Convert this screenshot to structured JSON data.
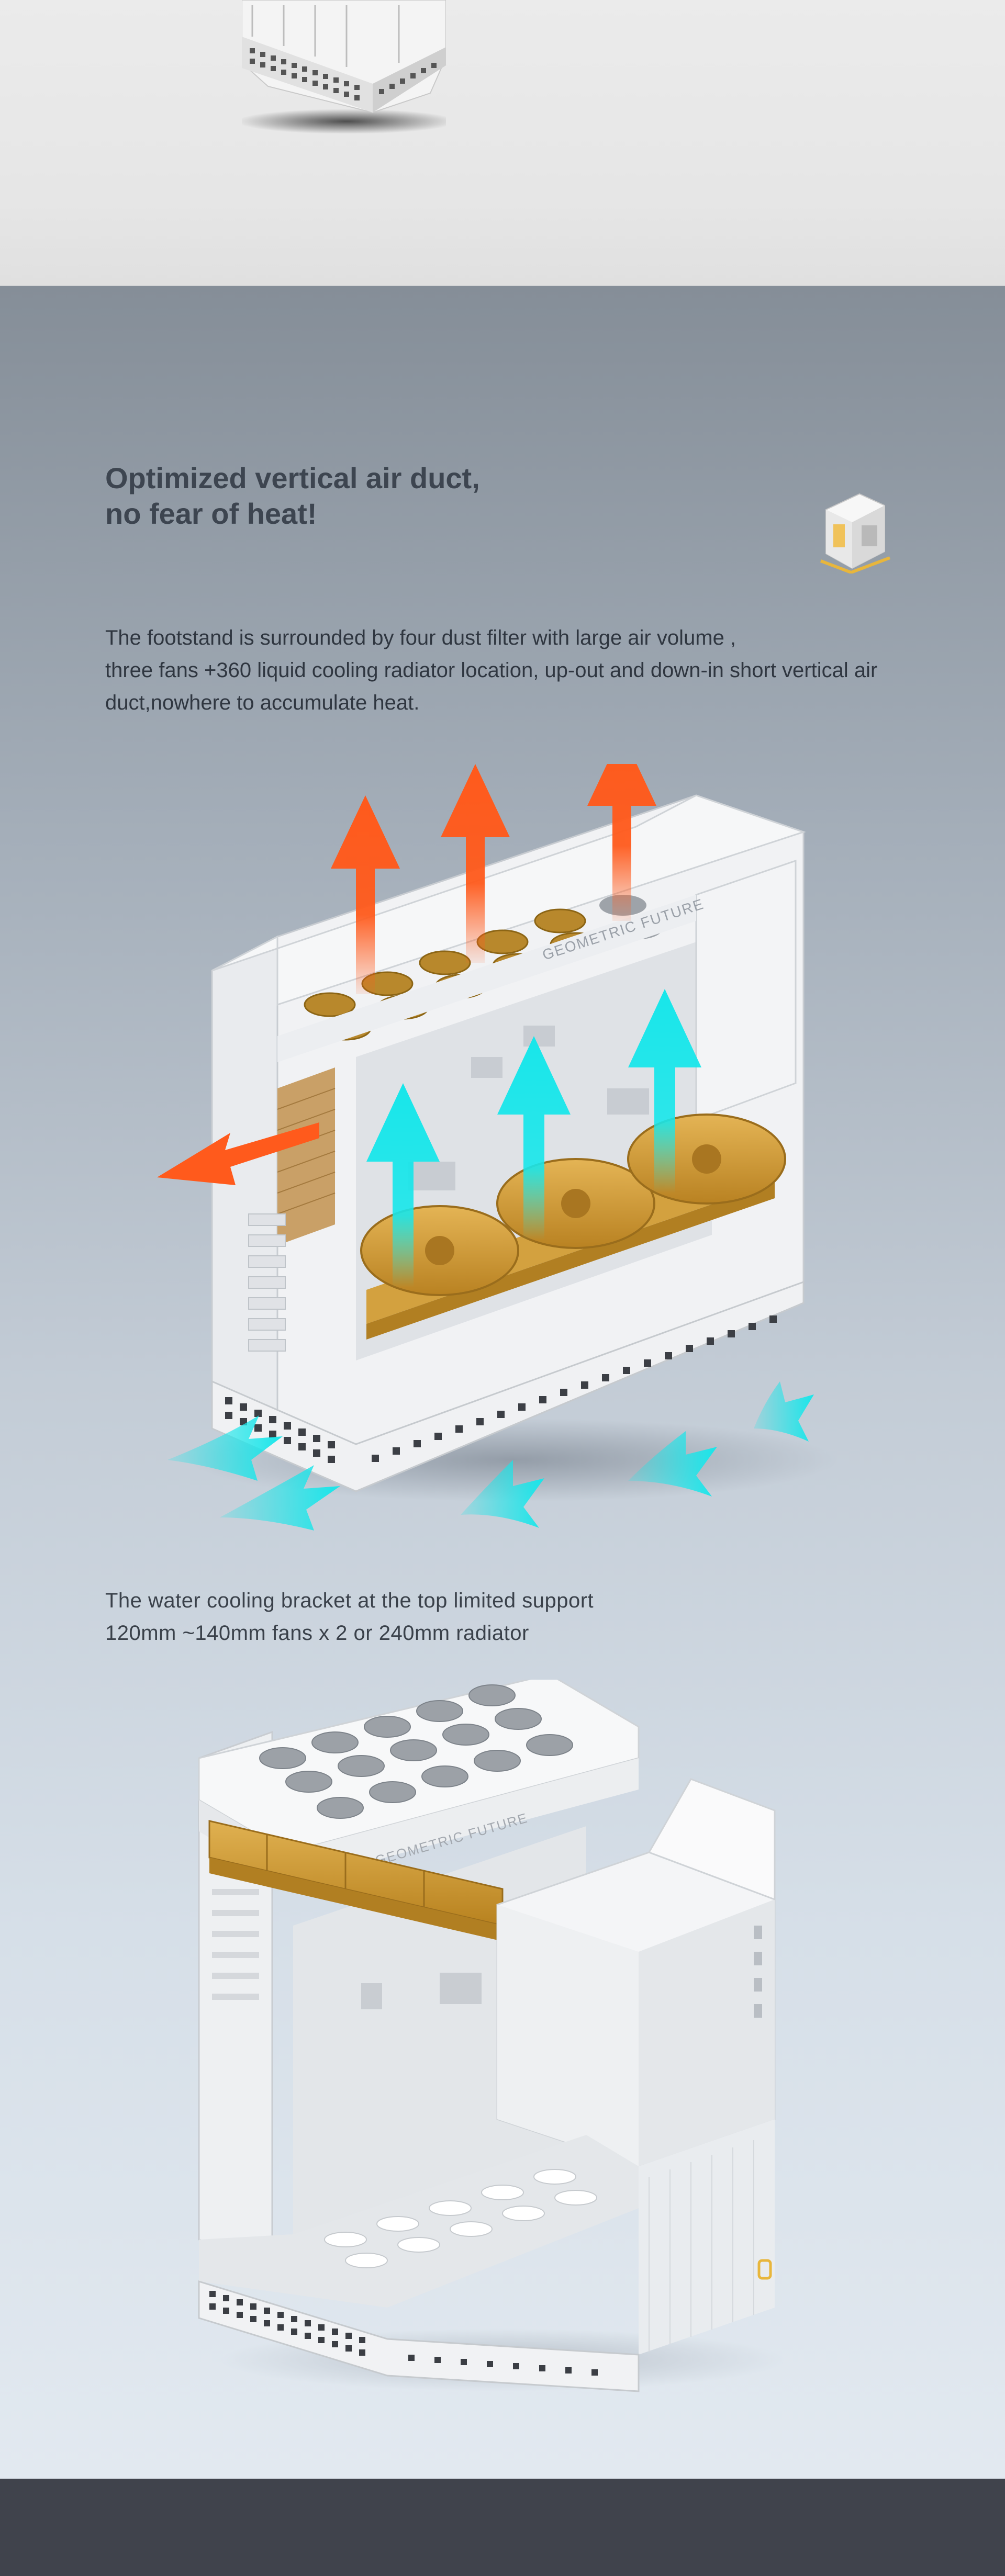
{
  "section": {
    "title_line1": "Optimized vertical air duct,",
    "title_line2": "no fear of heat!",
    "description_line1": "The footstand is surrounded by four dust filter with large air volume ,",
    "description_line2": "three fans +360 liquid cooling radiator location, up-out and down-in short vertical air",
    "description_line3": "duct,nowhere to accumulate heat.",
    "bracket_line1": "The water cooling bracket at the top limited support",
    "bracket_line2": "120mm ~140mm fans x 2 or 240mm radiator"
  },
  "product": {
    "brand_label": "GEOMETRIC FUTURE"
  },
  "colors": {
    "hot_air": "#ff5a1c",
    "cool_air": "#18e6ea",
    "fan_accent": "#d9a12f",
    "case_white": "#f2f3f5",
    "footer": "#40434c"
  }
}
